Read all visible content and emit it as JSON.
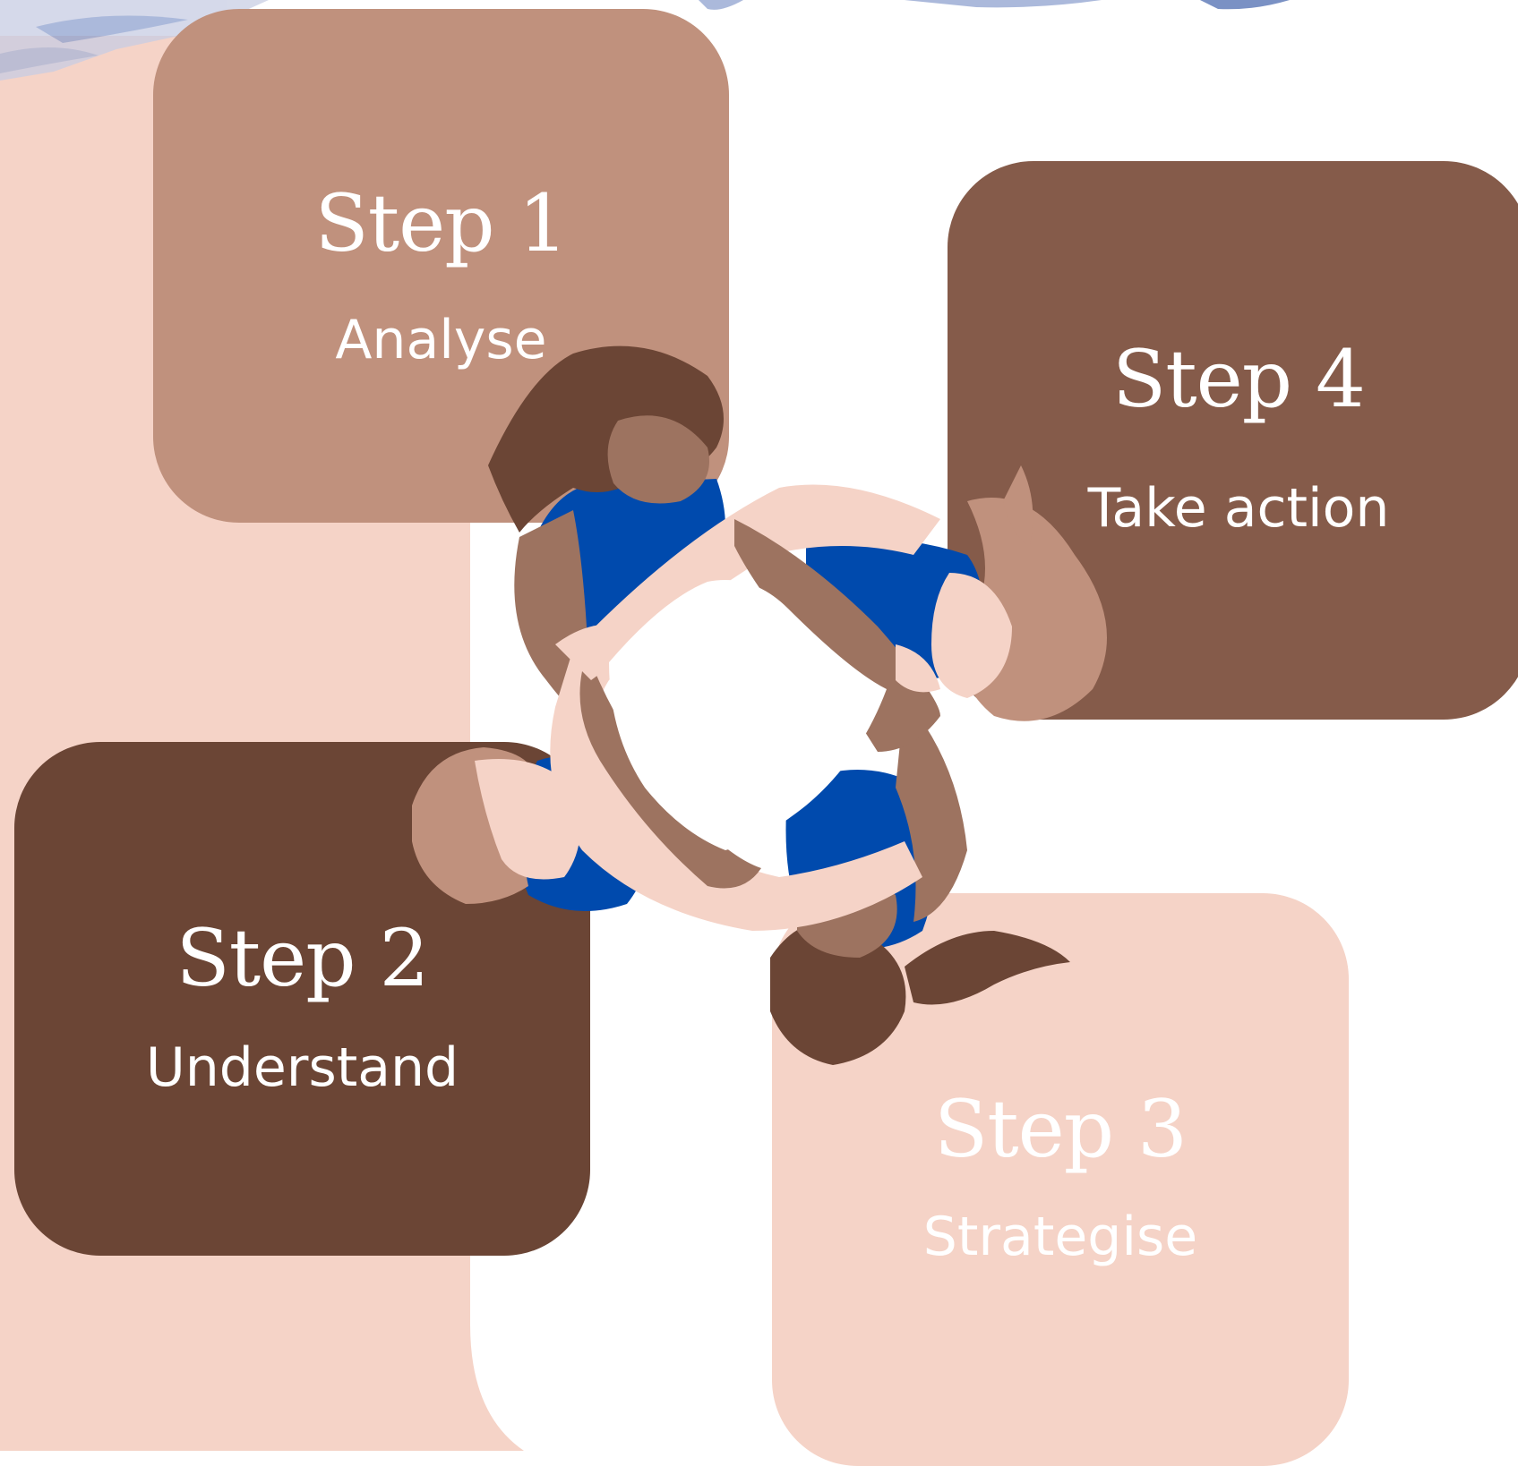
{
  "steps": [
    {
      "title": "Step 1",
      "subtitle": "Analyse"
    },
    {
      "title": "Step 2",
      "subtitle": "Understand"
    },
    {
      "title": "Step 3",
      "subtitle": "Strategise"
    },
    {
      "title": "Step 4",
      "subtitle": "Take action"
    }
  ],
  "colors": {
    "step1": "#c0917d",
    "step2": "#6b4535",
    "step3": "#f5d3c7",
    "step4": "#855b4a",
    "backdrop": "#f5d3c7",
    "shirt": "#004aad",
    "skin_dark": "#9d7360",
    "skin_light": "#f5d3c7",
    "skin_mid": "#c0917d",
    "hair": "#6b4535",
    "texture": "#8fa2cf"
  }
}
